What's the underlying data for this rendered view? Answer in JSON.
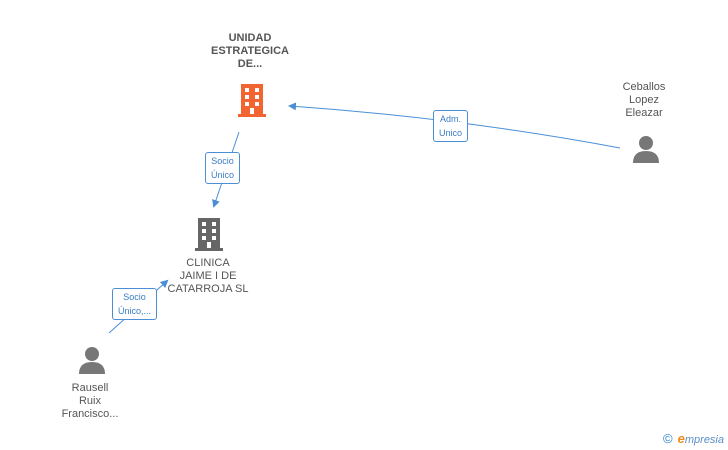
{
  "nodes": {
    "unidad": {
      "lines": [
        "UNIDAD",
        "ESTRATEGICA",
        "DE..."
      ],
      "icon": "building-icon",
      "color": "#f26430"
    },
    "clinica": {
      "lines": [
        "CLINICA",
        "JAIME I DE",
        "CATARROJA SL"
      ],
      "icon": "building-icon",
      "color": "#666666"
    },
    "ceballos": {
      "lines": [
        "Ceballos",
        "Lopez",
        "Eleazar"
      ],
      "icon": "person-icon",
      "color": "#777777"
    },
    "rausell": {
      "lines": [
        "Rausell",
        "Ruix",
        "Francisco..."
      ],
      "icon": "person-icon",
      "color": "#777777"
    }
  },
  "edges": {
    "adm_unico": {
      "lines": [
        "Adm.",
        "Unico"
      ]
    },
    "socio_unico_1": {
      "lines": [
        "Socio",
        "Único"
      ]
    },
    "socio_unico_2": {
      "lines": [
        "Socio",
        "Único,..."
      ]
    }
  },
  "colors": {
    "edge": "#4a8fd6"
  },
  "watermark": {
    "copy": "©",
    "brand_initial": "e",
    "brand_rest": "mpresia"
  }
}
